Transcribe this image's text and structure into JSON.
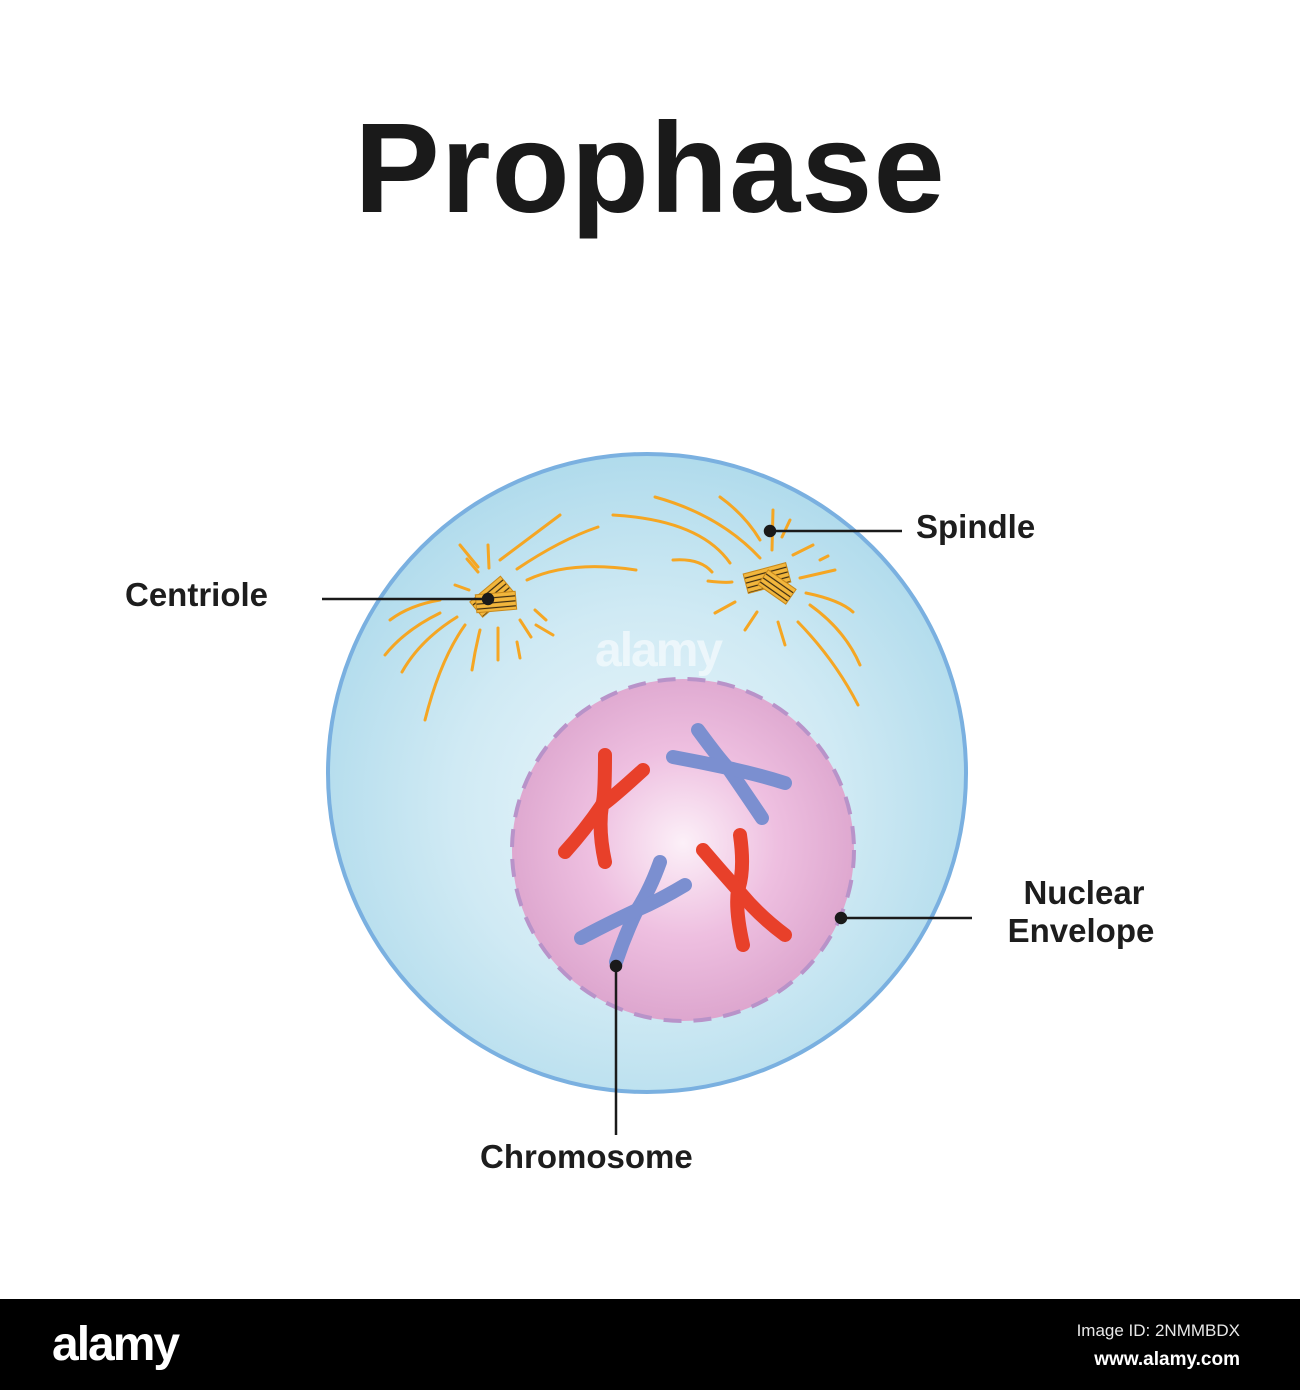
{
  "title": "Prophase",
  "labels": {
    "centriole": "Centriole",
    "spindle": "Spindle",
    "nuclear_envelope_line1": "Nuclear",
    "nuclear_envelope_line2": "Envelope",
    "chromosome": "Chromosome"
  },
  "colors": {
    "cell_fill_center": "#e6f4fa",
    "cell_fill_edge": "#b3dcec",
    "cell_border": "#7ab0e0",
    "nucleus_fill_center": "#fbeaf5",
    "nucleus_fill_edge": "#dea6cf",
    "nucleus_dash": "#b893c9",
    "spindle_fiber": "#f5a623",
    "centriole": "#f2b63c",
    "chromosome_red": "#e8402a",
    "chromosome_blue": "#7b8fd0",
    "leader_line": "#1a1a1a"
  },
  "watermark": {
    "text": "alamy"
  },
  "footer": {
    "logo": "alamy",
    "image_id": "Image ID: 2NMMBDX",
    "url": "www.alamy.com"
  }
}
